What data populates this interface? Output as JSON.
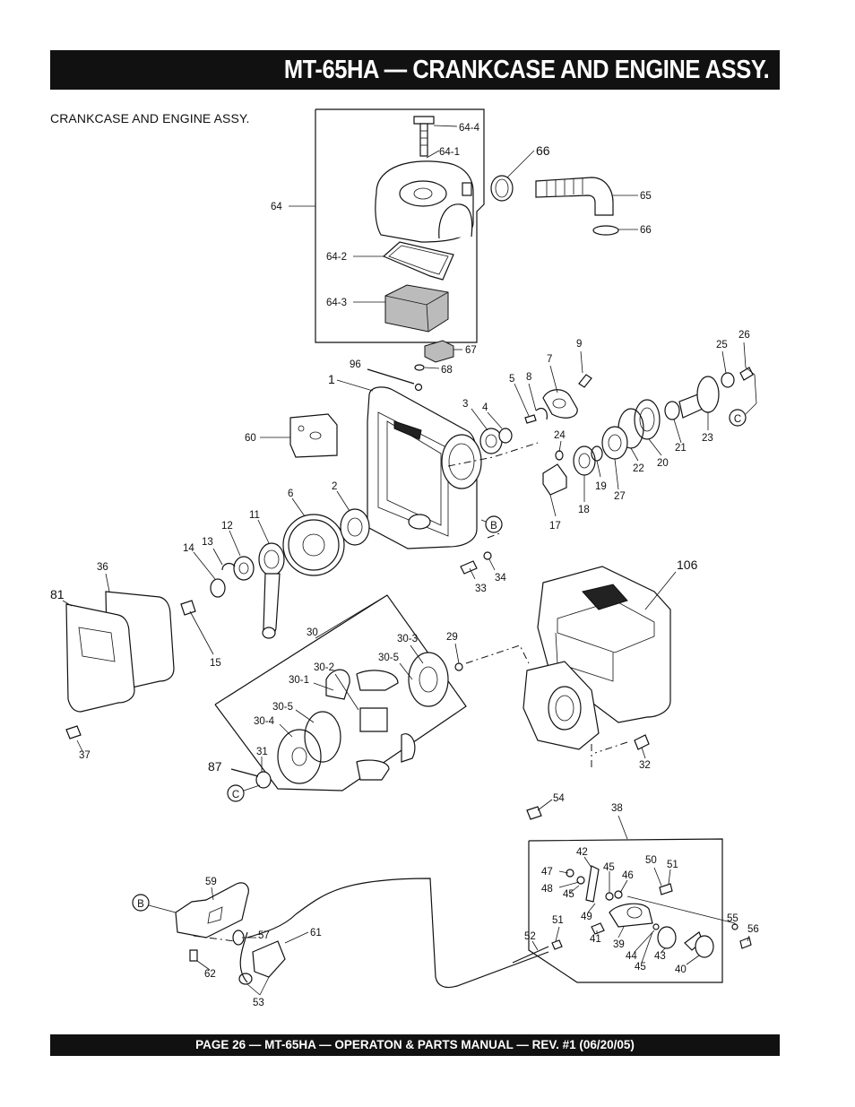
{
  "header": {
    "title": "MT-65HA — CRANKCASE AND ENGINE ASSY."
  },
  "section": {
    "subtitle": "CRANKCASE AND ENGINE ASSY."
  },
  "diagram": {
    "callouts": {
      "c64_4": "64-4",
      "c64_1": "64-1",
      "c64": "64",
      "c66a": "66",
      "c65": "65",
      "c66b": "66",
      "c64_2": "64-2",
      "c64_3": "64-3",
      "c67": "67",
      "c68": "68",
      "c96": "96",
      "c1": "1",
      "c9": "9",
      "c7": "7",
      "c8": "8",
      "c5": "5",
      "c3": "3",
      "c4": "4",
      "c25": "25",
      "c26": "26",
      "c60": "60",
      "c24": "24",
      "c21": "21",
      "c23": "23",
      "c22": "22",
      "c20": "20",
      "c19": "19",
      "c27": "27",
      "c18": "18",
      "c17": "17",
      "c6": "6",
      "c2": "2",
      "c11": "11",
      "c12": "12",
      "c13": "13",
      "c14": "14",
      "c36": "36",
      "c81": "81",
      "c33": "33",
      "c34": "34",
      "c106": "106",
      "c15": "15",
      "c30": "30",
      "c30_3": "30-3",
      "c29": "29",
      "c30_5a": "30-5",
      "c30_2": "30-2",
      "c30_1": "30-1",
      "c30_5b": "30-5",
      "c30_4": "30-4",
      "c31": "31",
      "c87": "87",
      "c37": "37",
      "c32": "32",
      "c54": "54",
      "c38": "38",
      "c42": "42",
      "c47": "47",
      "c45a": "45",
      "c46": "46",
      "c50": "50",
      "c51a": "51",
      "c48": "48",
      "c45b": "45",
      "c59": "59",
      "c49": "49",
      "c57": "57",
      "c61": "61",
      "c51b": "51",
      "c55": "55",
      "c56": "56",
      "c52": "52",
      "c41": "41",
      "c39": "39",
      "c44": "44",
      "c43": "43",
      "c45c": "45",
      "c40": "40",
      "c62": "62",
      "c53": "53"
    },
    "refs": {
      "rb1": "B",
      "rc1": "C",
      "rc2": "C",
      "rb2": "B"
    }
  },
  "footer": {
    "text": "PAGE 26 — MT-65HA — OPERATON & PARTS MANUAL — REV. #1 (06/20/05)"
  }
}
